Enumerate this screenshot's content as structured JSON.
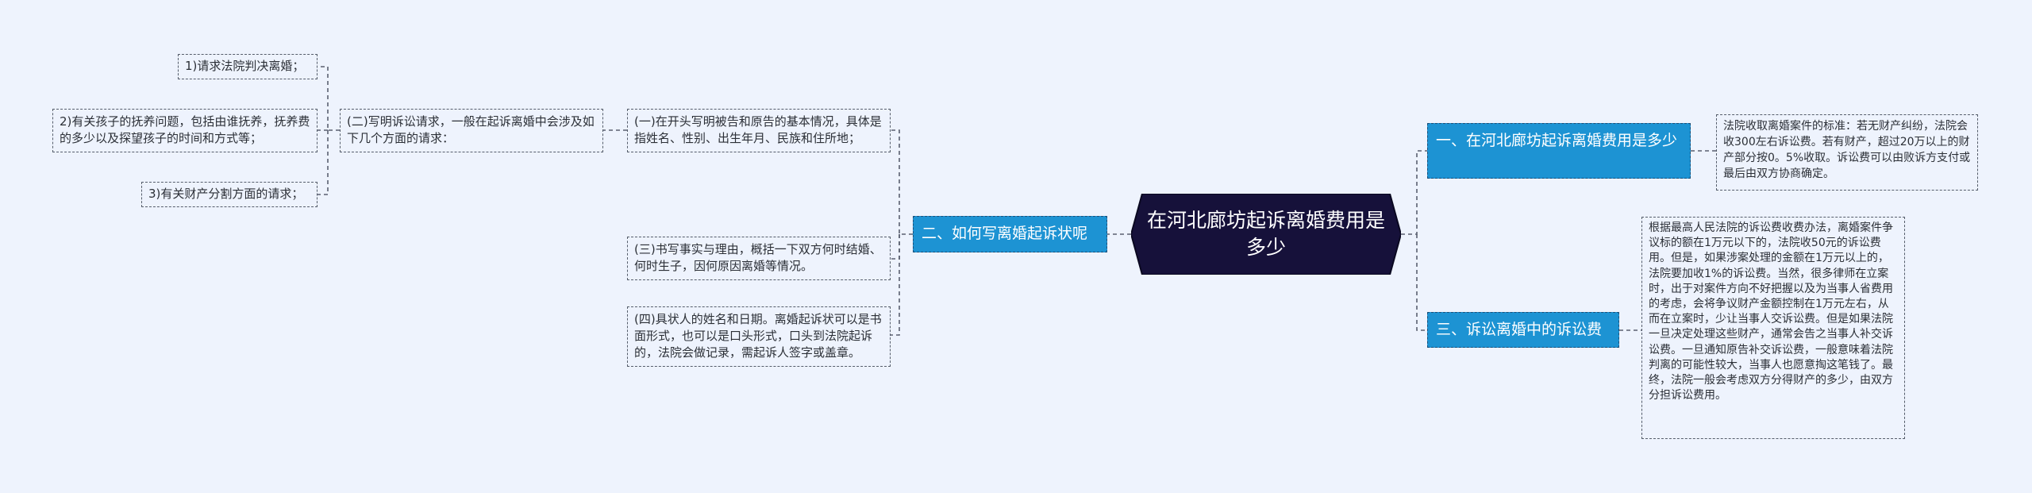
{
  "root": {
    "title": "在河北廊坊起诉离婚费用是多少"
  },
  "branches": {
    "b1": {
      "label": "一、在河北廊坊起诉离婚费用是多少"
    },
    "b2": {
      "label": "二、如何写离婚起诉状呢"
    },
    "b3": {
      "label": "三、诉讼离婚中的诉讼费"
    }
  },
  "leaves": {
    "b1_fee": "法院收取离婚案件的标准：若无财产纠纷，法院会收300左右诉讼费。若有财产，超过20万以上的财产部分按0。5%收取。诉讼费可以由败诉方支付或最后由双方协商确定。",
    "b2_item1": "(一)在开头写明被告和原告的基本情况，具体是指姓名、性别、出生年月、民族和住所地；",
    "b2_item2": "(二)写明诉讼请求，一般在起诉离婚中会涉及如下几个方面的请求：",
    "b2_item2_sub1": "1)请求法院判决离婚；",
    "b2_item2_sub2": "2)有关孩子的抚养问题，包括由谁抚养，抚养费的多少以及探望孩子的时间和方式等；",
    "b2_item2_sub3": "3)有关财产分割方面的请求；",
    "b2_item3": "(三)书写事实与理由，概括一下双方何时结婚、何时生子，因何原因离婚等情况。",
    "b2_item4": "(四)具状人的姓名和日期。离婚起诉状可以是书面形式，也可以是口头形式，口头到法院起诉的，法院会做记录，需起诉人签字或盖章。",
    "b3_fee": "根据最高人民法院的诉讼费收费办法，离婚案件争议标的额在1万元以下的，法院收50元的诉讼费用。但是，如果涉案处理的金额在1万元以上的，法院要加收1%的诉讼费。当然，很多律师在立案时，出于对案件方向不好把握以及为当事人省费用的考虑，会将争议财产金额控制在1万元左右，从而在立案时，少让当事人交诉讼费。但是如果法院一旦决定处理这些财产，通常会告之当事人补交诉讼费。一旦通知原告补交诉讼费，一般意味着法院判离的可能性较大，当事人也愿意掏这笔钱了。最终，法院一般会考虑双方分得财产的多少，由双方分担诉讼费用。"
  },
  "colors": {
    "background": "#eef3fd",
    "root_fill": "#16113a",
    "branch_fill": "#1d93d3",
    "line": "#5a6070"
  }
}
